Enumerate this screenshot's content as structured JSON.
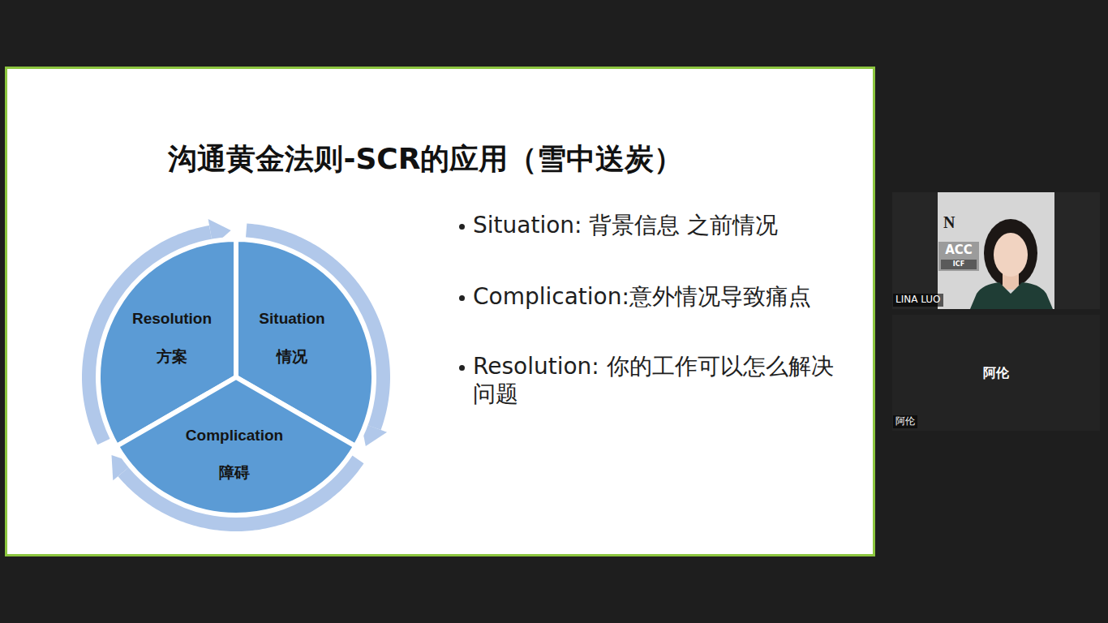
{
  "diagram": {
    "title": "沟通黄金法则-SCR的应用（雪中送炭）",
    "nodes": [
      {
        "text": [
          "Resolution",
          "方案"
        ]
      },
      {
        "text": [
          "Situation",
          "情况"
        ]
      },
      {
        "text": [
          "Complication",
          "障碍"
        ]
      }
    ],
    "edges": [
      {
        "from": 0,
        "to": 1,
        "arrow": "to"
      },
      {
        "from": 1,
        "to": 2,
        "arrow": "to"
      },
      {
        "from": 2,
        "to": 0,
        "arrow": "to"
      }
    ],
    "labels": [
      "Situation: 背景信息 之前情况",
      "Complication:意外情况导致痛点",
      "Resolution: 你的工作可以怎么解决问题",
      "N",
      "ACC",
      "ICF",
      "LINA LUO",
      "阿伦",
      "阿伦"
    ]
  }
}
